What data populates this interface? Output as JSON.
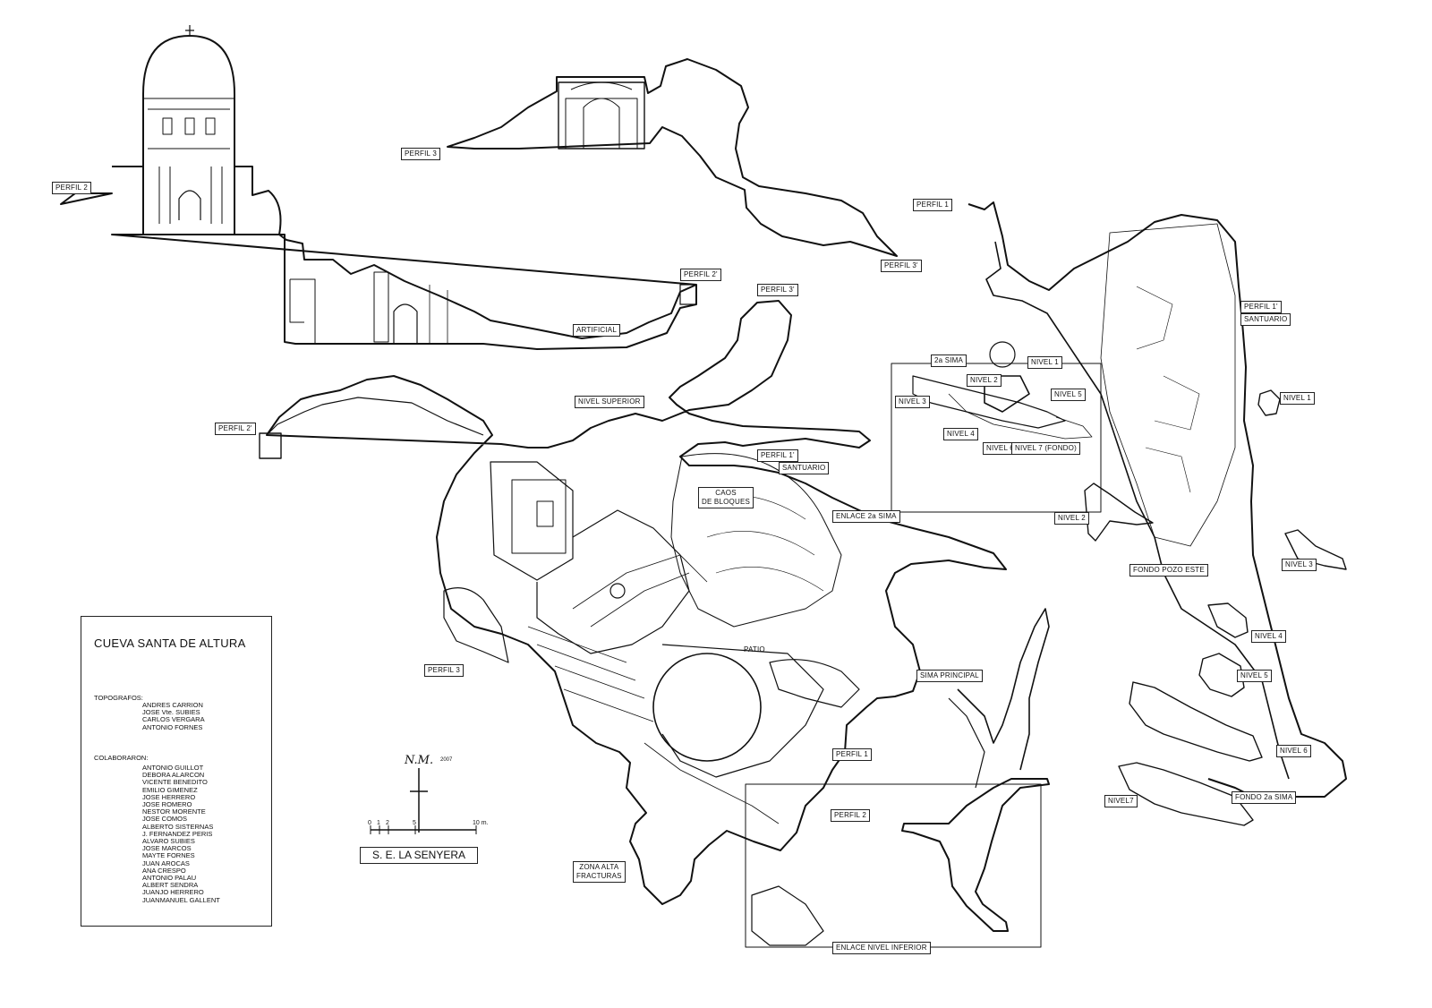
{
  "legend": {
    "title": "CUEVA SANTA DE ALTURA",
    "topographers_heading": "TOPOGRAFOS:",
    "topographers": [
      "ANDRES CARRION",
      "JOSE Vte. SUBIES",
      "CARLOS VERGARA",
      "ANTONIO FORNES"
    ],
    "collaborators_heading": "COLABORARON:",
    "collaborators": [
      "ANTONIO GUILLOT",
      "DEBORA ALARCON",
      "VICENTE BENEDITO",
      "EMILIO GIMENEZ",
      "JOSE HERRERO",
      "JOSE ROMERO",
      "NESTOR MORENTE",
      "JOSE COMOS",
      "ALBERTO SISTERNAS",
      "J. FERNANDEZ PERIS",
      "ALVARO SUBIES",
      "JOSE MARCOS",
      "MAYTE FORNES",
      "JUAN AROCAS",
      "ANA CRESPO",
      "ANTONIO PALAU",
      "ALBERT SENDRA",
      "JUANJO HERRERO",
      "JUANMANUEL GALLENT"
    ]
  },
  "scale": {
    "ticks": [
      "0",
      "1",
      "2",
      "5",
      "10 m."
    ],
    "club": "S. E. LA SENYERA",
    "signature": "N.M.",
    "year": "2007"
  },
  "labels": {
    "perfil_2_top": "PERFIL 2",
    "perfil_3_top": "PERFIL 3",
    "perfil_3_right": "PERFIL 3'",
    "perfil_2_prime_top": "PERFIL 2'",
    "artificial": "ARTIFICIAL",
    "perfil_1_top": "PERFIL 1",
    "perfil_3_prime_plan": "PERFIL 3'",
    "perfil_2_prime_plan": "PERFIL 2'",
    "nivel_superior": "NIVEL SUPERIOR",
    "perfil_1_prime_plan": "PERFIL 1'",
    "santuario_plan": "SANTUARIO",
    "caos_de_bloques": "CAOS\nDE BLOQUES",
    "enlace_2a_sima": "ENLACE 2a SIMA",
    "patio": "PATIO",
    "sima_principal": "SIMA PRINCIPAL",
    "perfil_3_plan": "PERFIL 3",
    "perfil_1_plan": "PERFIL 1",
    "perfil_2_plan": "PERFIL 2",
    "zona_alta_fracturas": "ZONA ALTA\nFRACTURAS",
    "enlace_nivel_inferior": "ENLACE NIVEL INFERIOR",
    "sima2": "2a SIMA",
    "nivel_1_small": "NIVEL 1",
    "nivel_2_small": "NIVEL 2",
    "nivel_3_small": "NIVEL 3",
    "nivel_4_small": "NIVEL 4",
    "nivel_5_small": "NIVEL 5",
    "nivel_6_small": "NIVEL 6",
    "nivel_7_fondo": "NIVEL 7 (FONDO)",
    "perfil_1_prime_right": "PERFIL 1'",
    "santuario_right": "SANTUARIO",
    "nivel_1": "NIVEL 1",
    "nivel_2": "NIVEL 2",
    "nivel_3": "NIVEL 3",
    "fondo_pozo_este": "FONDO POZO ESTE",
    "nivel_4": "NIVEL 4",
    "nivel_5": "NIVEL 5",
    "nivel_6": "NIVEL 6",
    "nivel_7": "NIVEL7",
    "fondo_2a_sima": "FONDO 2a SIMA"
  }
}
